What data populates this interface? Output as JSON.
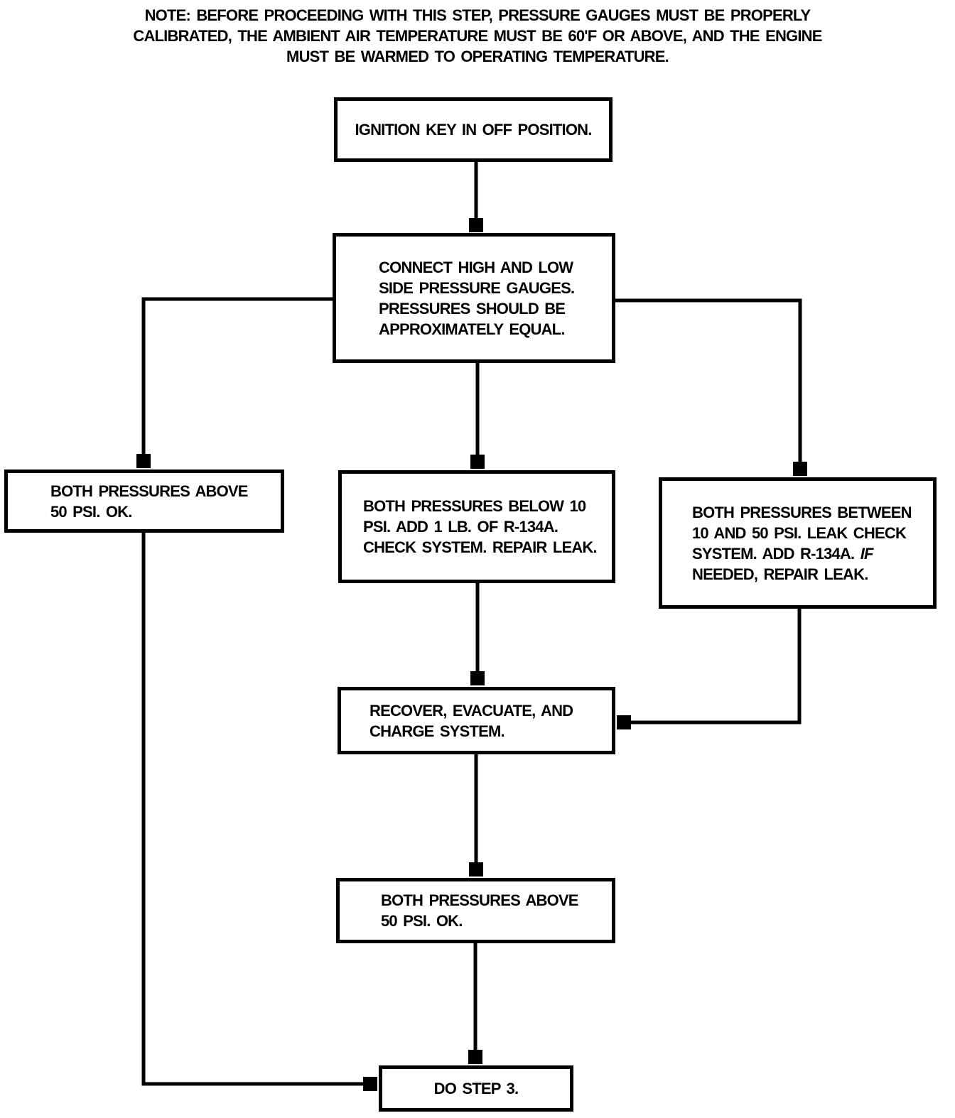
{
  "note": "NOTE: BEFORE PROCEEDING WITH THIS STEP, PRESSURE GAUGES MUST BE PROPERLY\nCALIBRATED, THE AMBIENT AIR TEMPERATURE MUST BE 60'F OR ABOVE, AND THE ENGINE\nMUST BE WARMED TO OPERATING TEMPERATURE.",
  "colors": {
    "ink": "#000000",
    "paper": "#ffffff"
  },
  "nodes": {
    "ignition_off": {
      "label": "IGNITION KEY IN OFF POSITION."
    },
    "connect_gauges": {
      "label": "CONNECT HIGH AND LOW\nSIDE PRESSURE GAUGES.\nPRESSURES SHOULD BE\nAPPROXIMATELY EQUAL."
    },
    "pressures_above_50_left": {
      "label": "BOTH PRESSURES ABOVE\n50 PSI. OK."
    },
    "pressures_below_10": {
      "label": "BOTH PRESSURES BELOW 10\nPSI. ADD 1 LB. OF R-134A.\nCHECK SYSTEM. REPAIR LEAK."
    },
    "pressures_between_10_and_50": {
      "label": "BOTH PRESSURES BETWEEN\n10 AND 50 PSI. LEAK CHECK\nSYSTEM. ADD R-134A. *IF*\nNEEDED, REPAIR LEAK."
    },
    "recover_evacuate_charge": {
      "label": "RECOVER, EVACUATE, AND\nCHARGE SYSTEM."
    },
    "pressures_above_50_center": {
      "label": "BOTH PRESSURES ABOVE\n50 PSI. OK."
    },
    "do_step_3": {
      "label": "DO STEP 3."
    }
  }
}
